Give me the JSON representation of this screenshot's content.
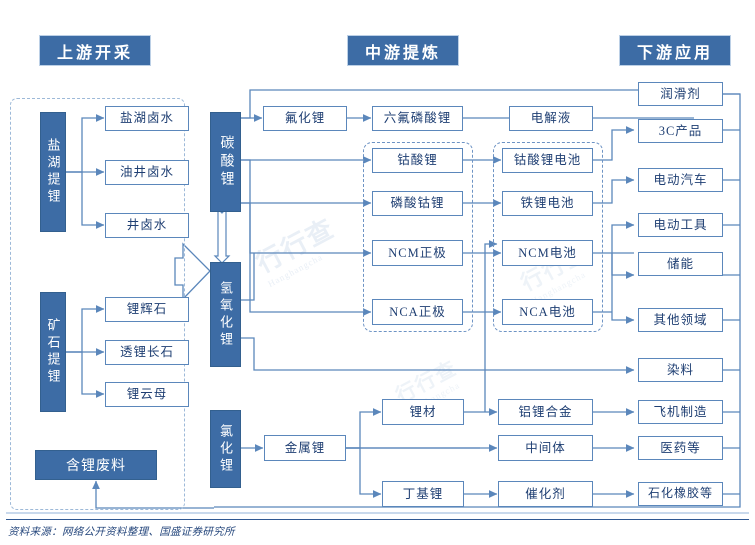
{
  "headers": [
    {
      "id": "upstream",
      "label": "上游开采"
    },
    {
      "id": "midstream",
      "label": "中游提炼"
    },
    {
      "id": "downstream",
      "label": "下游应用"
    }
  ],
  "upstream": {
    "groups": [
      {
        "id": "brine",
        "source_label": "盐湖提锂",
        "items": [
          {
            "label": "盐湖卤水"
          },
          {
            "label": "油井卤水"
          },
          {
            "label": "井卤水"
          }
        ]
      },
      {
        "id": "ore",
        "source_label": "矿石提锂",
        "items": [
          {
            "label": "锂辉石"
          },
          {
            "label": "透锂长石"
          },
          {
            "label": "锂云母"
          }
        ]
      }
    ],
    "recycle": {
      "label": "含锂废料"
    }
  },
  "midstream": {
    "primary": [
      {
        "id": "lithium-carbonate",
        "label": "碳酸锂"
      },
      {
        "id": "lithium-hydroxide",
        "label": "氢氧化锂"
      },
      {
        "id": "lithium-chloride",
        "label": "氯化锂"
      }
    ],
    "intermediates": [
      {
        "id": "lithium-fluoride",
        "label": "氟化锂"
      },
      {
        "id": "lithium-hexafluorophosphate",
        "label": "六氟磷酸锂"
      },
      {
        "id": "electrolyte",
        "label": "电解液"
      },
      {
        "id": "lco",
        "label": "钴酸锂"
      },
      {
        "id": "lcp",
        "label": "磷酸钴锂"
      },
      {
        "id": "ncm-cathode",
        "label": "NCM正极"
      },
      {
        "id": "nca-cathode",
        "label": "NCA正极"
      },
      {
        "id": "lco-battery",
        "label": "钴酸锂电池"
      },
      {
        "id": "lfp-battery",
        "label": "铁锂电池"
      },
      {
        "id": "ncm-battery",
        "label": "NCM电池"
      },
      {
        "id": "nca-battery",
        "label": "NCA电池"
      },
      {
        "id": "lithium-metal",
        "label": "金属锂"
      },
      {
        "id": "lithium-material",
        "label": "锂材"
      },
      {
        "id": "butyllithium",
        "label": "丁基锂"
      },
      {
        "id": "al-li-alloy",
        "label": "铝锂合金"
      },
      {
        "id": "intermediate",
        "label": "中间体"
      },
      {
        "id": "catalyst",
        "label": "催化剂"
      }
    ]
  },
  "downstream": {
    "items": [
      {
        "id": "lubricant",
        "label": "润滑剂"
      },
      {
        "id": "3c",
        "label": "3C产品"
      },
      {
        "id": "ev",
        "label": "电动汽车"
      },
      {
        "id": "power-tools",
        "label": "电动工具"
      },
      {
        "id": "storage",
        "label": "储能"
      },
      {
        "id": "other-fields",
        "label": "其他领域"
      },
      {
        "id": "dye",
        "label": "染料"
      },
      {
        "id": "aircraft",
        "label": "飞机制造"
      },
      {
        "id": "pharma",
        "label": "医药等"
      },
      {
        "id": "petro-rubber",
        "label": "石化橡胶等"
      }
    ]
  },
  "watermark": {
    "main": "行行查",
    "sub": "Hanghangcha"
  },
  "footer": {
    "source": "资料来源：网络公开资料整理、国盛证券研究所"
  },
  "colors": {
    "header_blue": "#3d6ca5",
    "box_border": "#5b87bb",
    "text_blue": "#1f3f73",
    "dashed_border": "#6d93c4"
  }
}
